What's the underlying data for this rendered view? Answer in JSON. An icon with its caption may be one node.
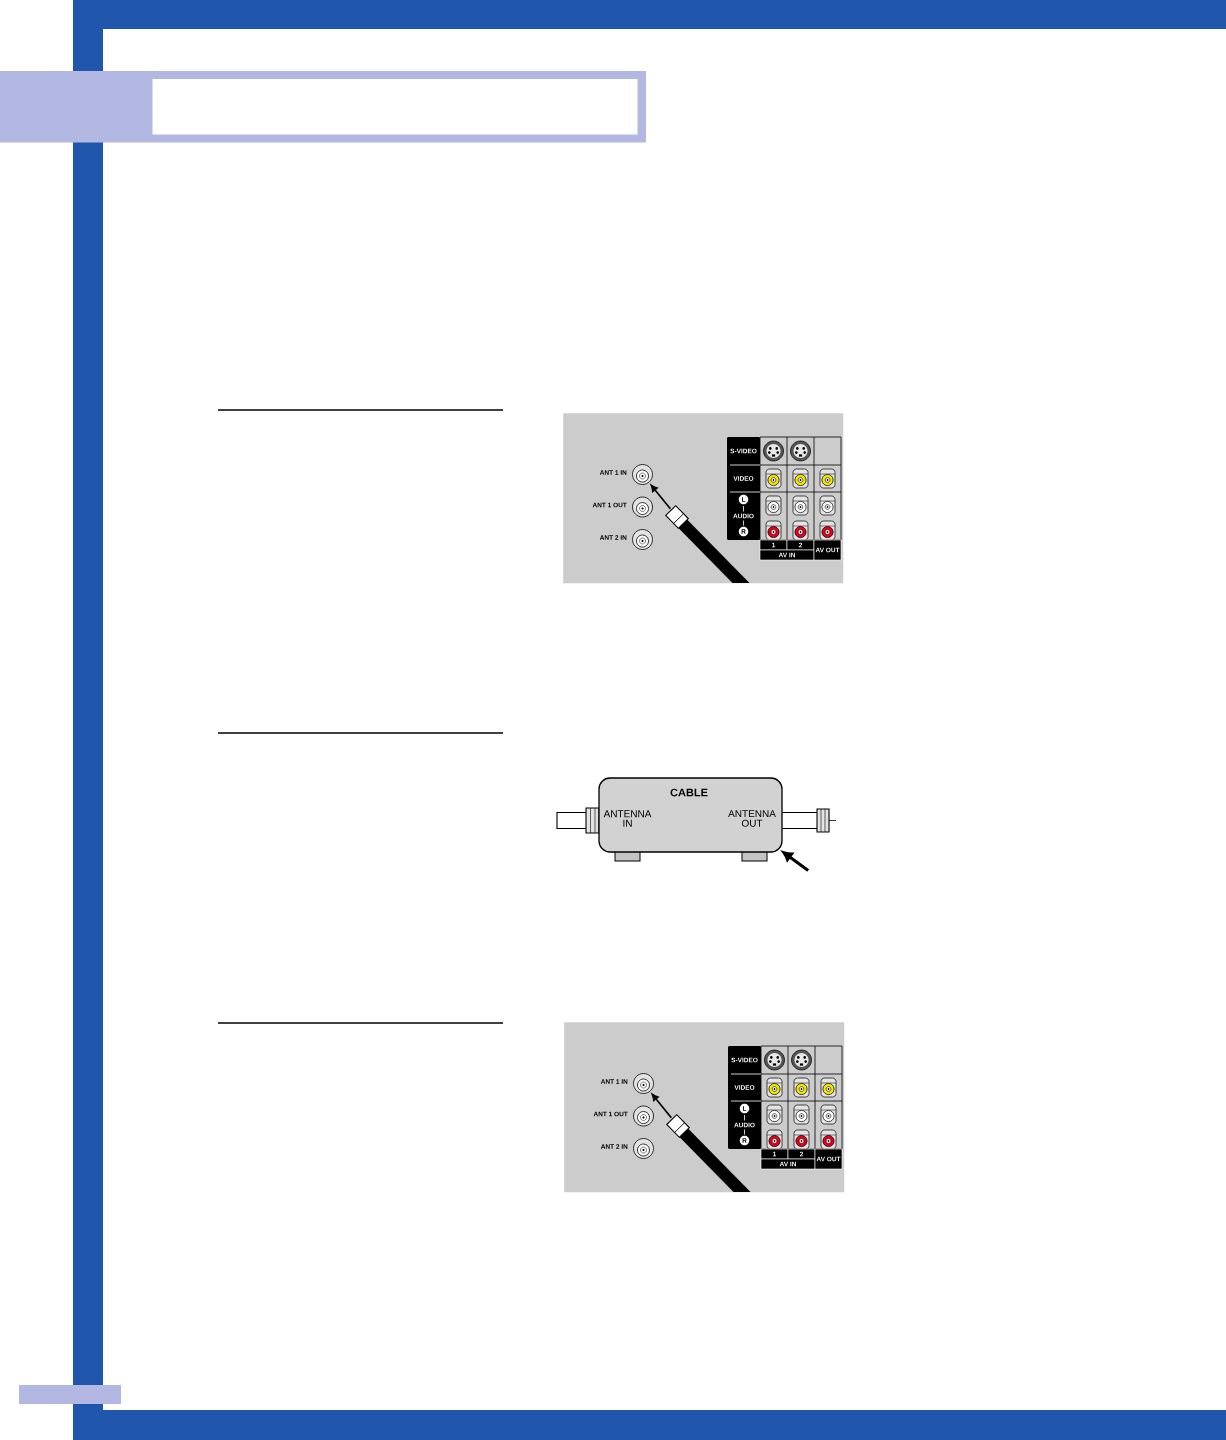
{
  "diagram": {
    "nodes": [
      {
        "text": [],
        "shape": "box"
      },
      {
        "text": [],
        "shape": "circle",
        "in": 0,
        "beside": [
          "ANT 1 IN"
        ]
      },
      {
        "text": [],
        "shape": "circle",
        "in": 0,
        "beside": [
          "ANT 1 OUT"
        ]
      },
      {
        "text": [],
        "shape": "circle",
        "in": 0,
        "beside": [
          "ANT 2 IN"
        ]
      },
      {
        "text": [],
        "shape": "picture",
        "in": 0
      },
      {
        "text": [
          "CABLE",
          "ANTENNA IN",
          "ANTENNA OUT"
        ]
      },
      {
        "text": [],
        "shape": "box"
      },
      {
        "text": [],
        "shape": "circle",
        "in": 6,
        "beside": [
          "ANT 1 IN"
        ]
      },
      {
        "text": [],
        "shape": "circle",
        "in": 6,
        "beside": [
          "ANT 1 OUT"
        ]
      },
      {
        "text": [],
        "shape": "circle",
        "in": 6,
        "beside": [
          "ANT 2 IN"
        ]
      },
      {
        "text": [],
        "shape": "picture",
        "in": 6
      }
    ],
    "edges": [
      {
        "from": 4,
        "to": 1,
        "arrow": "to"
      },
      {
        "from": null,
        "to": 5,
        "arrow": "to"
      },
      {
        "from": 10,
        "to": 7,
        "arrow": "to"
      }
    ],
    "labels": [
      "S-VIDEO",
      "VIDEO",
      "L",
      "AUDIO",
      "R",
      "1",
      "2",
      "AV IN",
      "AV OUT",
      "S-VIDEO",
      "VIDEO",
      "L",
      "AUDIO",
      "R",
      "1",
      "2",
      "AV IN",
      "AV OUT"
    ]
  }
}
